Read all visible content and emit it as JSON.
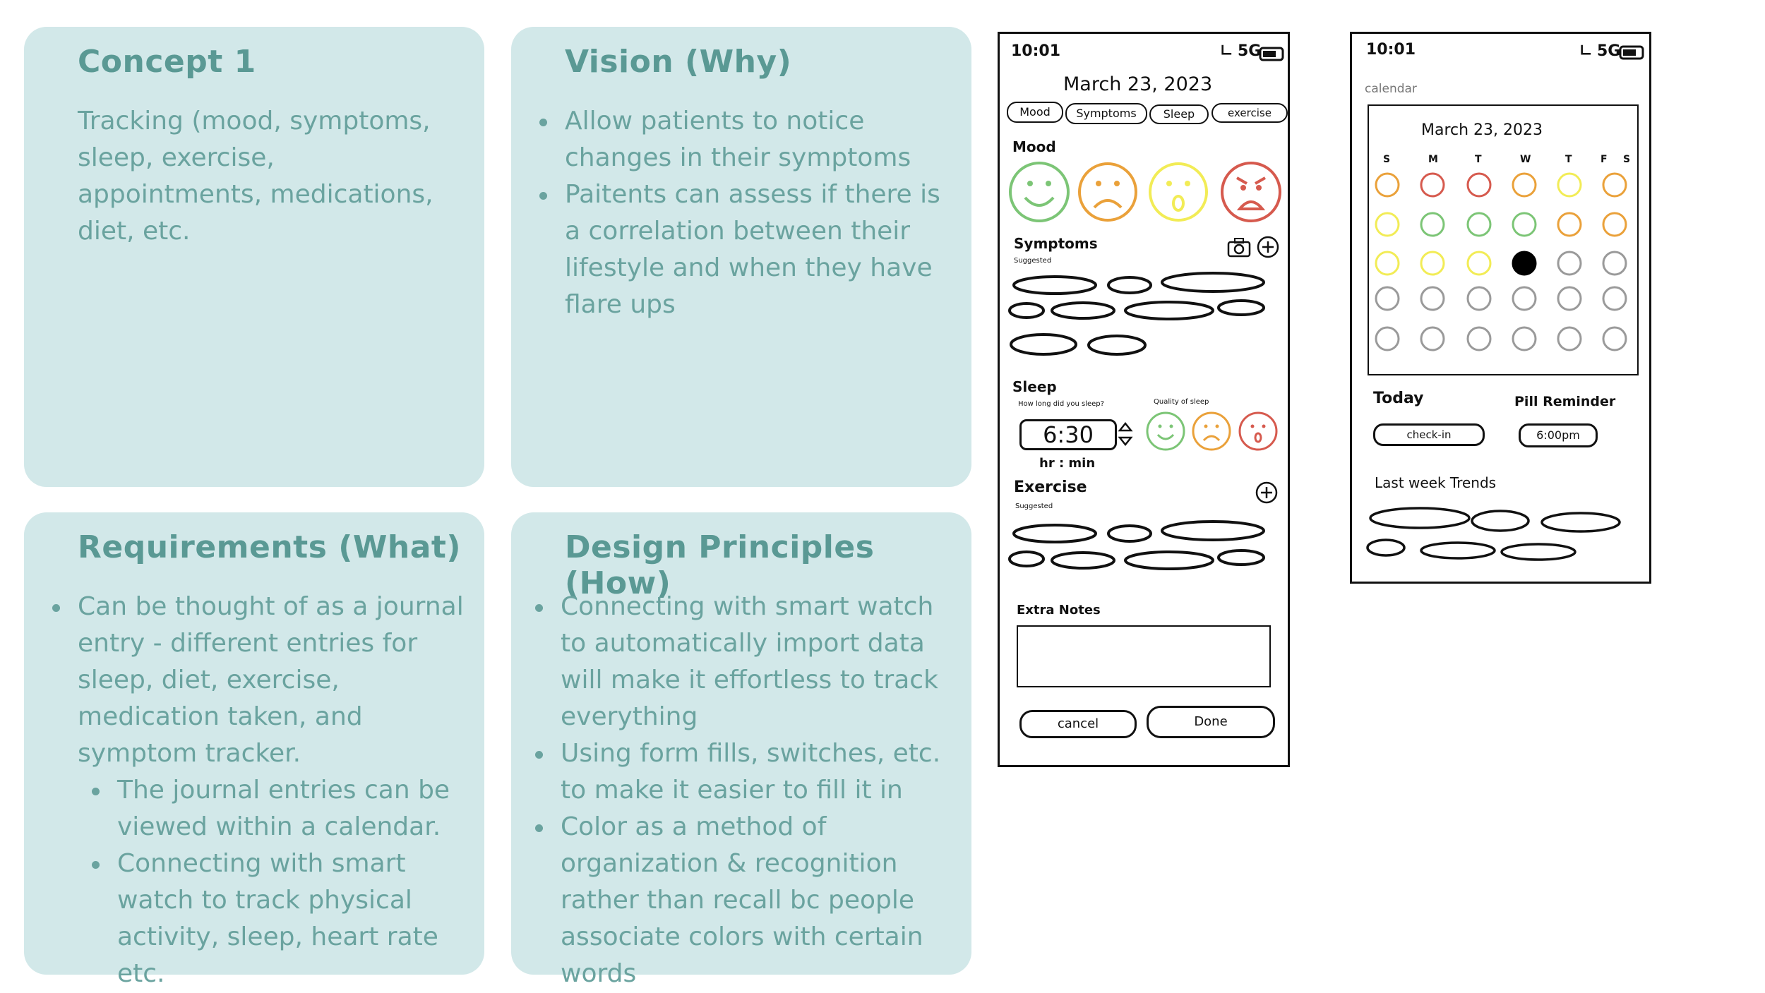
{
  "cards": {
    "concept": {
      "title": "Concept 1",
      "body": "Tracking (mood, symptoms, sleep, exercise, appointments, medications, diet, etc."
    },
    "vision": {
      "title": "Vision (Why)",
      "bullets": [
        "Allow patients to notice changes in their symptoms",
        "Paitents can assess if there is a correlation between their lifestyle and when they have flare ups"
      ]
    },
    "requirements": {
      "title": "Requirements (What)",
      "bullets": [
        "Can be thought of as a journal entry - different entries for sleep, diet, exercise, medication taken, and symptom tracker.",
        "The journal entries can be viewed within a calendar.",
        "Connecting with smart watch to track physical activity, sleep, heart rate etc."
      ]
    },
    "design": {
      "title": "Design Principles (How)",
      "bullets": [
        "Connecting with smart watch to automatically import data will make it effortless to track everything",
        "Using form fills, switches, etc. to make it easier to fill it in",
        "Color as a method of organization & recognition rather than recall bc people associate colors with certain words"
      ]
    }
  },
  "phone1": {
    "time": "10:01",
    "signal": "5G",
    "date": "March 23, 2023",
    "tabs": [
      "Mood",
      "Symptoms",
      "Sleep",
      "exercise"
    ],
    "mood_label": "Mood",
    "symptoms_label": "Symptoms",
    "suggested_label": "Suggested",
    "sleep_label": "Sleep",
    "sleep_question": "How long did you sleep?",
    "sleep_quality_label": "Quality of sleep",
    "sleep_value": "6:30",
    "sleep_unit": "hr : min",
    "exercise_label": "Exercise",
    "exercise_suggested": "Suggested",
    "notes_label": "Extra Notes",
    "cancel_label": "cancel",
    "done_label": "Done"
  },
  "phone2": {
    "time": "10:01",
    "signal": "5G",
    "screen_label": "calendar",
    "month": "March 23, 2023",
    "weekdays": [
      "S",
      "M",
      "T",
      "W",
      "T",
      "F",
      "S"
    ],
    "today_label": "Today",
    "checkin_label": "check-in",
    "pill_label": "Pill Reminder",
    "pill_time": "6:00pm",
    "trends_label": "Last week Trends"
  },
  "colors": {
    "card_bg": "#d2e8e9",
    "card_text": "#6aa39f",
    "mood_green": "#7cc576",
    "mood_orange": "#eaa13a",
    "mood_yellow": "#f2ec56",
    "mood_red": "#d65a4e",
    "empty": "#9a9a9a"
  }
}
